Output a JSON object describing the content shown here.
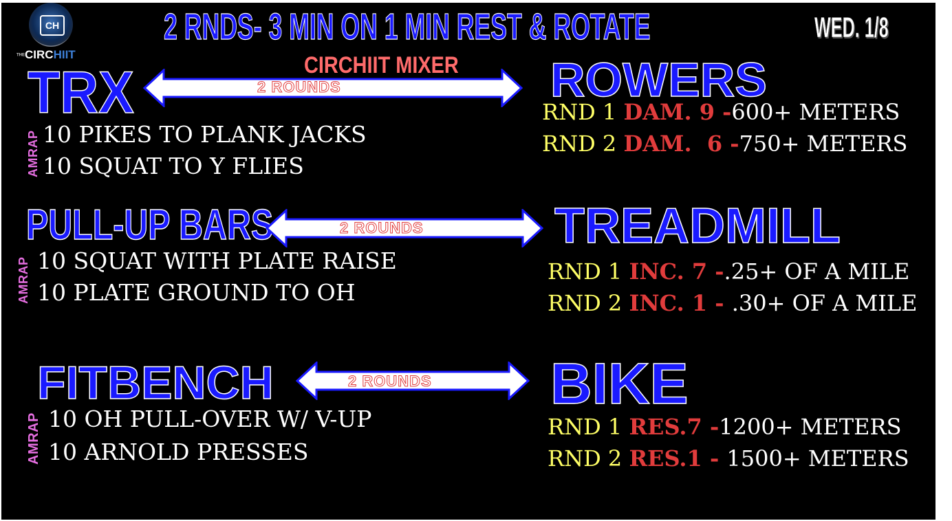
{
  "header": {
    "title": "2 RNDS- 3 MIN ON 1 MIN REST & ROTATE",
    "date": "WED. 1/8",
    "subtitle": "CIRCHIIT MIXER",
    "logo_small": "THE",
    "logo_a": "CIRC",
    "logo_b": "HIIT",
    "logo_mark": "CH"
  },
  "colors": {
    "title_blue": "#1a1aff",
    "round_yellow": "#ffff66",
    "setting_red": "#e13c3c",
    "amrap_pink": "#e56ee0"
  },
  "stations": [
    {
      "left_name": "TRX",
      "arrow_label": "2 ROUNDS",
      "amrap": "AMRAP",
      "exercises": [
        "10 PIKES TO PLANK JACKS",
        "10 SQUAT TO Y FLIES"
      ],
      "right_name": "ROWERS",
      "rounds": [
        {
          "rnd": "RND 1 ",
          "setting": "DAM. 9 -",
          "target": "600+ METERS"
        },
        {
          "rnd": "RND 2 ",
          "setting": "DAM.  6 -",
          "target": "750+ METERS"
        }
      ]
    },
    {
      "left_name": "PULL-UP BARS",
      "arrow_label": "2 ROUNDS",
      "amrap": "AMRAP",
      "exercises": [
        "10 SQUAT WITH PLATE RAISE",
        "10 PLATE GROUND TO OH"
      ],
      "right_name": "TREADMILL",
      "rounds": [
        {
          "rnd": "RND 1 ",
          "setting": "INC. 7 -",
          "target": ".25+ OF A MILE"
        },
        {
          "rnd": "RND 2 ",
          "setting": "INC. 1 - ",
          "target": ".30+ OF A MILE"
        }
      ]
    },
    {
      "left_name": "FITBENCH",
      "arrow_label": "2 ROUNDS",
      "amrap": "AMRAP",
      "exercises": [
        "10 OH PULL-OVER W/ V-UP",
        "10 ARNOLD PRESSES"
      ],
      "right_name": "BIKE",
      "rounds": [
        {
          "rnd": "RND 1 ",
          "setting": "RES.7 -",
          "target": "1200+ METERS"
        },
        {
          "rnd": "RND 2 ",
          "setting": "RES.1 - ",
          "target": "1500+ METERS"
        }
      ]
    }
  ]
}
